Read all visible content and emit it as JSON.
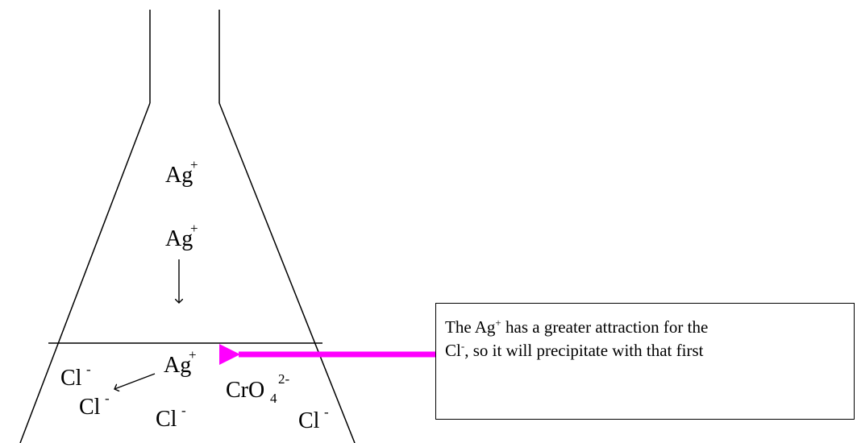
{
  "colors": {
    "stroke": "#000000",
    "arrow": "#ff00ff"
  },
  "ions": {
    "ag_top": {
      "base": "Ag",
      "charge": "+"
    },
    "ag_mid": {
      "base": "Ag",
      "charge": "+"
    },
    "ag_low": {
      "base": "Ag",
      "charge": "+"
    },
    "cl_left": {
      "base": "Cl",
      "charge": "-"
    },
    "cl_left_low": {
      "base": "Cl",
      "charge": "-"
    },
    "cl_center": {
      "base": "Cl",
      "charge": "-"
    },
    "cl_right": {
      "base": "Cl",
      "charge": "-"
    },
    "chromate": {
      "base": "CrO",
      "subscript": "4",
      "charge": "2-"
    }
  },
  "note": {
    "prefix": "The Ag",
    "charge1": "+",
    "middle": " has a greater attraction for the Cl",
    "charge2": "-",
    "suffix": ", so it will precipitate with that first"
  }
}
